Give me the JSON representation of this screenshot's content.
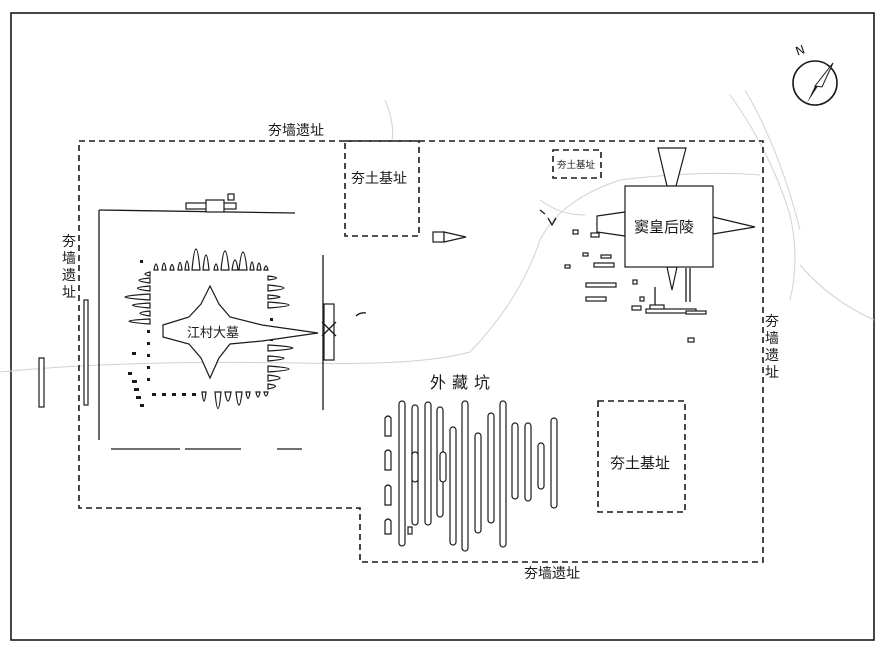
{
  "labels": {
    "rammed_wall_north": "夯墙遗址",
    "rammed_wall_south": "夯墙遗址",
    "rammed_wall_west": "夯墙遗址",
    "rammed_wall_east": "夯墙遗址",
    "rammed_base_top": "夯土基址",
    "rammed_base_small": "夯土基址",
    "rammed_base_right": "夯土基址",
    "empress_tomb": "窦皇后陵",
    "jiangcun_tomb": "江村大墓",
    "outer_pits": "外藏坑"
  },
  "compass": {
    "label": "N",
    "icon": "north-arrow-icon"
  },
  "colors": {
    "line": "#1a1a1a",
    "background": "#ffffff",
    "road": "#d2d2d2"
  }
}
